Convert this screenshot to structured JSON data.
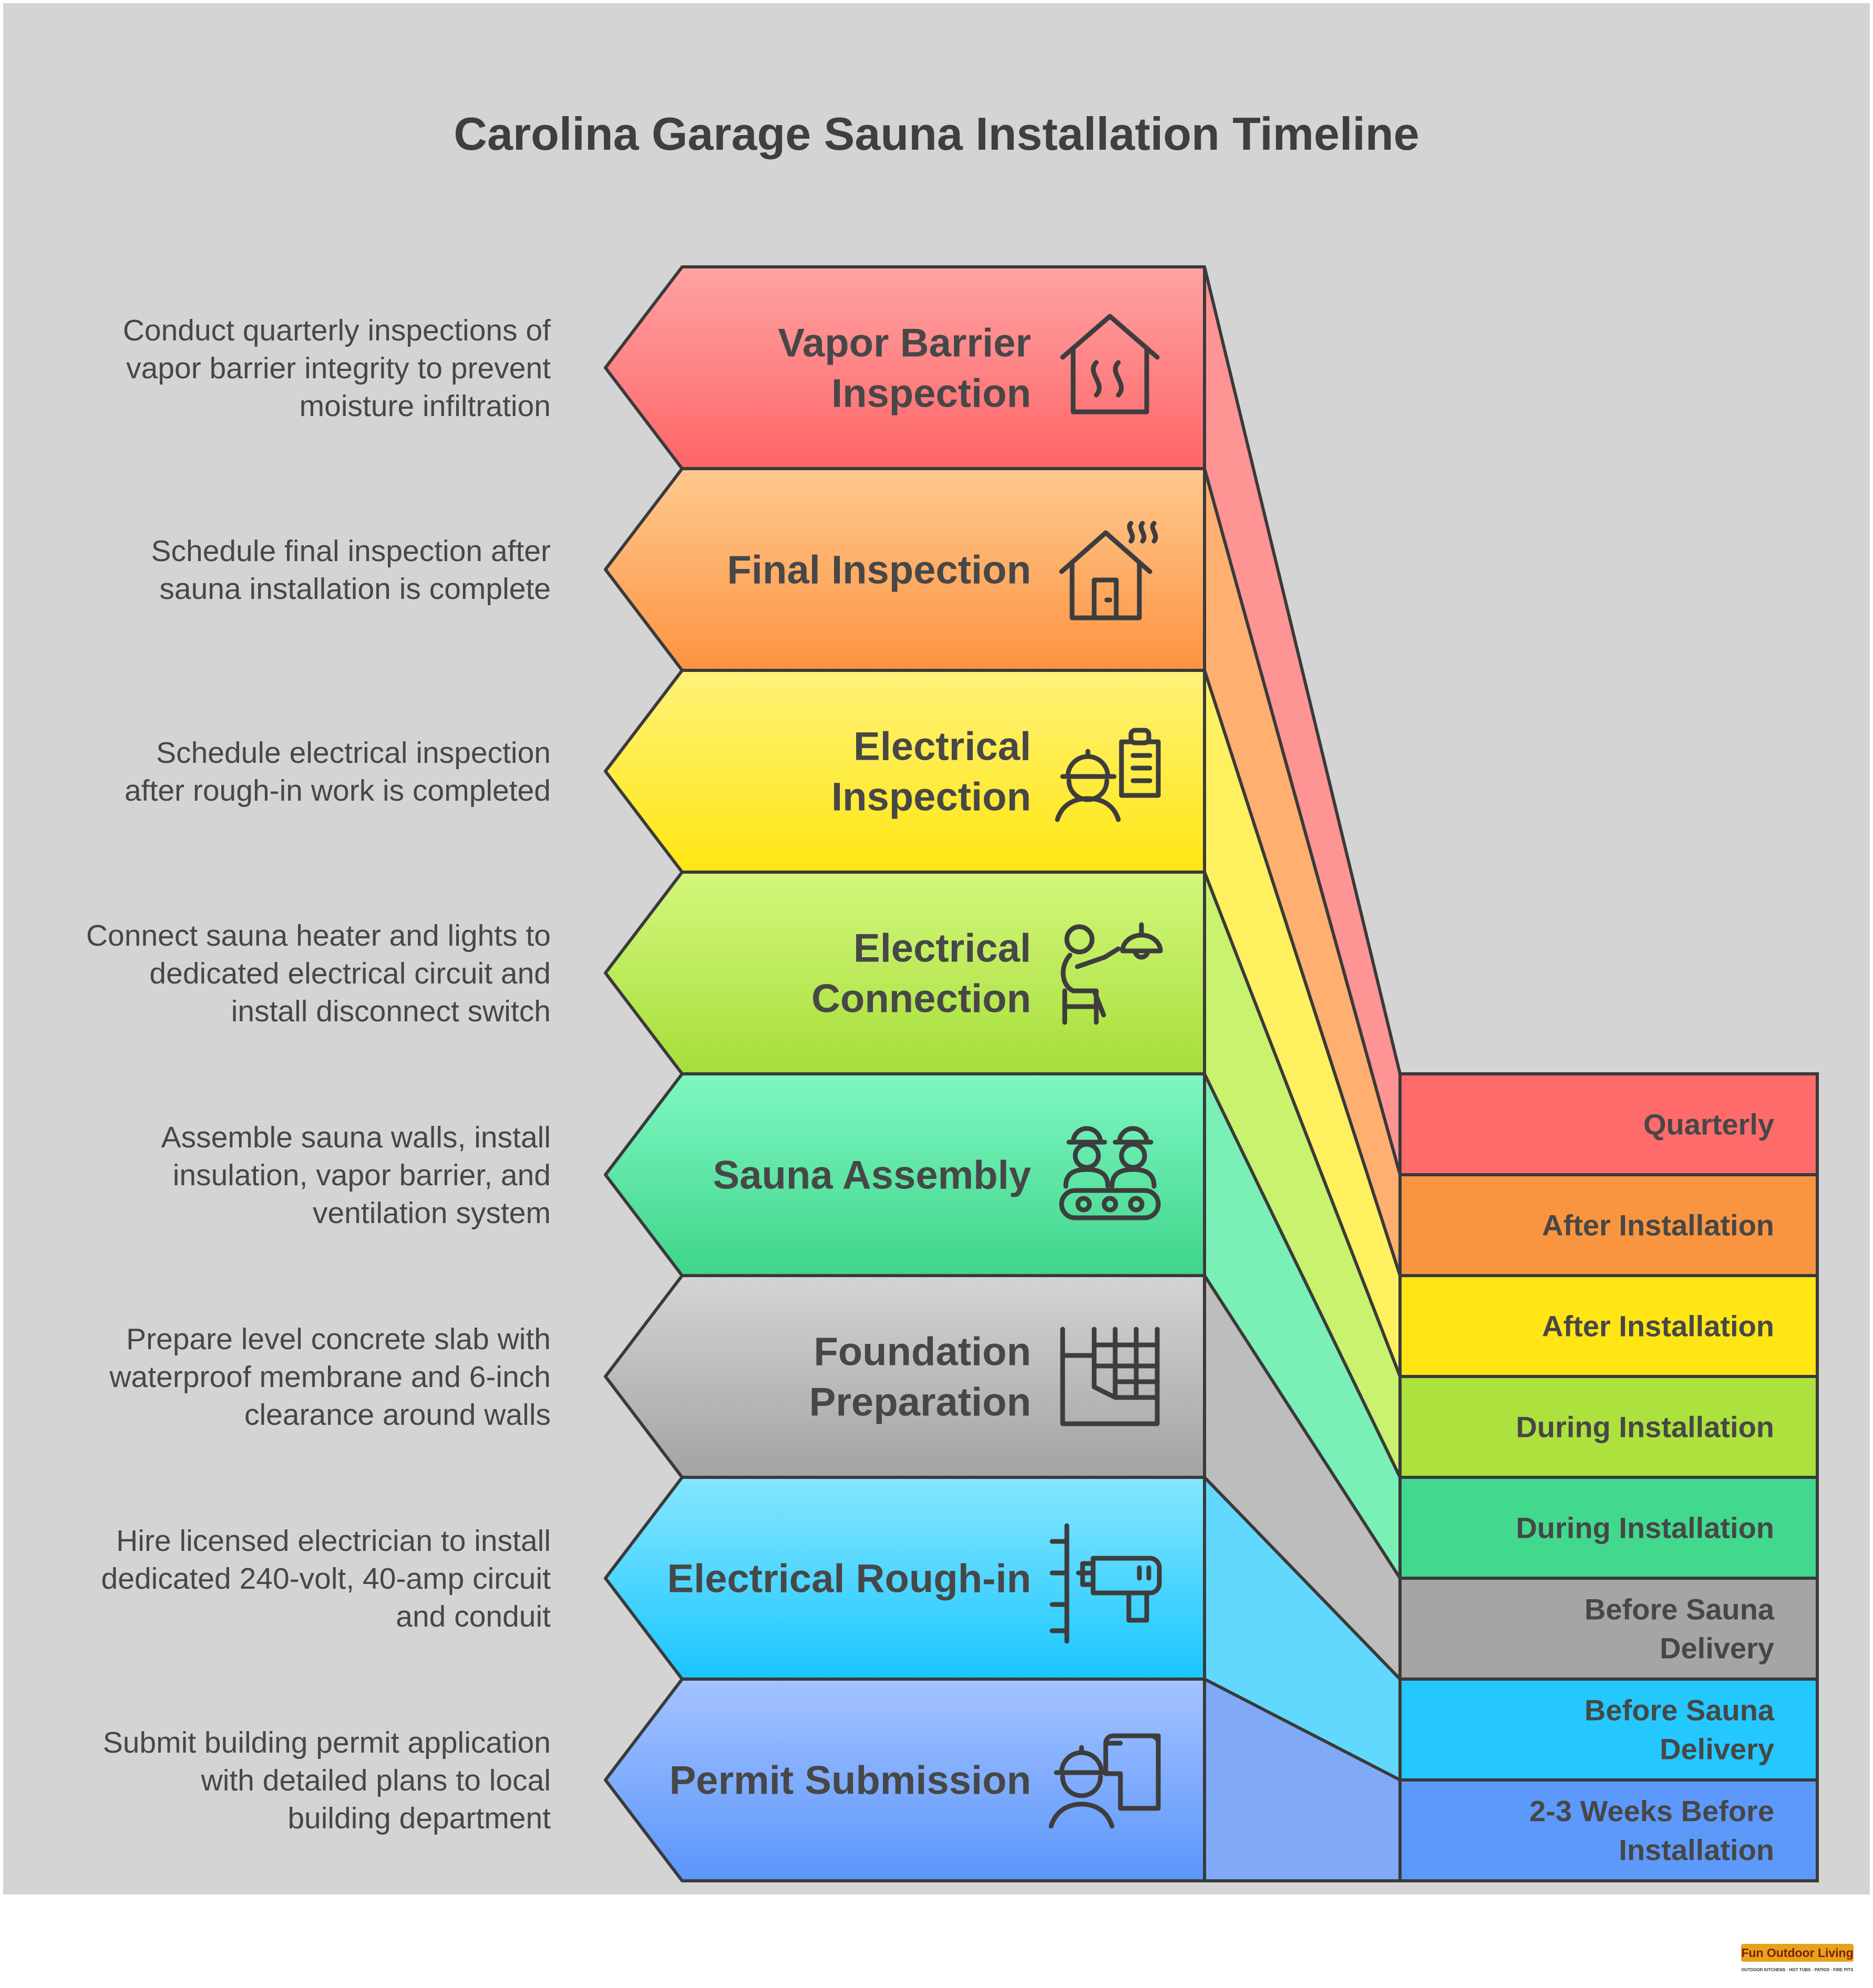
{
  "title": "Carolina Garage Sauna Installation Timeline",
  "steps": [
    {
      "label_lines": [
        "Vapor Barrier",
        "Inspection"
      ],
      "description_lines": [
        "Conduct quarterly inspections of",
        "vapor barrier integrity to prevent",
        "moisture infiltration"
      ],
      "timing_lines": [
        "Quarterly"
      ],
      "icon": "house-steam-icon",
      "colors": {
        "top": "#ffa2a3",
        "bottom": "#ff6567",
        "side": "#ff9494",
        "timing": "#ff6b6b"
      }
    },
    {
      "label_lines": [
        "Final Inspection"
      ],
      "description_lines": [
        "Schedule final inspection after",
        "sauna installation is complete"
      ],
      "timing_lines": [
        "After Installation"
      ],
      "icon": "sauna-house-icon",
      "colors": {
        "top": "#ffc98e",
        "bottom": "#fd9342",
        "side": "#ffb070",
        "timing": "#f99540"
      }
    },
    {
      "label_lines": [
        "Electrical",
        "Inspection"
      ],
      "description_lines": [
        "Schedule electrical inspection",
        "after rough-in work is completed"
      ],
      "timing_lines": [
        "After Installation"
      ],
      "icon": "inspector-clipboard-icon",
      "colors": {
        "top": "#fff27a",
        "bottom": "#ffe612",
        "side": "#fff060",
        "timing": "#ffe514"
      }
    },
    {
      "label_lines": [
        "Electrical",
        "Connection"
      ],
      "description_lines": [
        "Connect sauna heater and lights to",
        "dedicated electrical circuit and",
        "install disconnect switch"
      ],
      "timing_lines": [
        "During Installation"
      ],
      "icon": "electrician-lamp-icon",
      "colors": {
        "top": "#d3f77c",
        "bottom": "#a7de3a",
        "side": "#c9f26e",
        "timing": "#ade13d"
      }
    },
    {
      "label_lines": [
        "Sauna Assembly"
      ],
      "description_lines": [
        "Assemble sauna walls, install",
        "insulation, vapor barrier, and",
        "ventilation system"
      ],
      "timing_lines": [
        "During Installation"
      ],
      "icon": "workers-team-icon",
      "colors": {
        "top": "#7ff7c2",
        "bottom": "#3fd58a",
        "side": "#7af0b6",
        "timing": "#42d98f"
      }
    },
    {
      "label_lines": [
        "Foundation",
        "Preparation"
      ],
      "description_lines": [
        "Prepare level concrete slab with",
        "waterproof membrane and 6-inch",
        "clearance around walls"
      ],
      "timing_lines": [
        "Before Sauna",
        "Delivery"
      ],
      "icon": "foundation-grid-icon",
      "colors": {
        "top": "#d4d4d4",
        "bottom": "#a3a3a3",
        "side": "#bdbdbd",
        "timing": "#a5a5a5"
      }
    },
    {
      "label_lines": [
        "Electrical Rough-in"
      ],
      "description_lines": [
        "Hire licensed electrician to install",
        "dedicated 240-volt, 40-amp circuit",
        "and conduit"
      ],
      "timing_lines": [
        "Before Sauna",
        "Delivery"
      ],
      "icon": "drill-wall-icon",
      "colors": {
        "top": "#86e6ff",
        "bottom": "#19c6ff",
        "side": "#62d8ff",
        "timing": "#25c8fe"
      }
    },
    {
      "label_lines": [
        "Permit Submission"
      ],
      "description_lines": [
        "Submit building permit application",
        "with detailed plans to local",
        "building department"
      ],
      "timing_lines": [
        "2-3 Weeks Before",
        "Installation"
      ],
      "icon": "worker-blueprint-icon",
      "colors": {
        "top": "#a4c3ff",
        "bottom": "#5b96fb",
        "side": "#80aaf8",
        "timing": "#5d99fb"
      }
    }
  ],
  "logo": {
    "text": "Fun Outdoor Living",
    "tagline": "OUTDOOR KITCHENS · HOT TUBS · PATIOS · FIRE PITS"
  }
}
